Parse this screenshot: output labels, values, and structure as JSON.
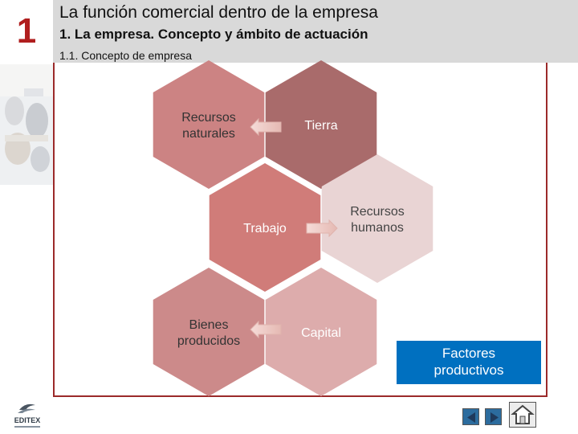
{
  "chapter": {
    "number": "1"
  },
  "header": {
    "title": "La función comercial dentro de la empresa",
    "subtitle": "1. La empresa. Concepto y ámbito de actuación",
    "section": "1.1. Concepto de empresa"
  },
  "diagram": {
    "hexagons": [
      {
        "lines": [
          "Recursos",
          "naturales"
        ],
        "color": "#cc8383"
      },
      {
        "lines": [
          "Tierra"
        ],
        "color": "#a96b6b"
      },
      {
        "lines": [
          "Trabajo"
        ],
        "color": "#d07c79"
      },
      {
        "lines": [
          "Recursos",
          "humanos"
        ],
        "color": "#e9d4d4"
      },
      {
        "lines": [
          "Bienes",
          "producidos"
        ],
        "color": "#cc8a8a"
      },
      {
        "lines": [
          "Capital"
        ],
        "color": "#ddacac"
      }
    ],
    "arrow_color": "#ecc7c2"
  },
  "callout": {
    "lines": [
      "Factores",
      "productivos"
    ],
    "color": "#0070c0"
  },
  "footer": {
    "logo_text": "EDITEX",
    "nav_prev_icon": "arrow-left-icon",
    "nav_next_icon": "arrow-right-icon",
    "home_icon": "home-icon"
  }
}
